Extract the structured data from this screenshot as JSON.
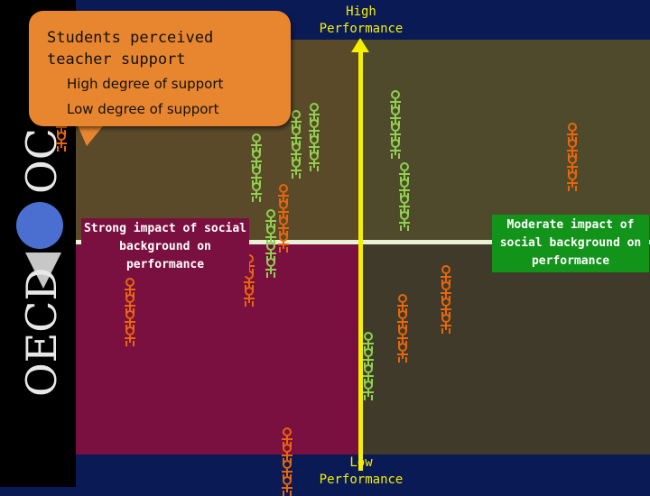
{
  "axis": {
    "top_label": "High\nPerformance",
    "bottom_label": "Low\nPerformance"
  },
  "legend": {
    "title": "Students perceived teacher support",
    "items": [
      {
        "label": "High degree of support",
        "color": "#8fd14f"
      },
      {
        "label": "Low degree of support",
        "color": "#e8660a"
      }
    ]
  },
  "boxes": {
    "strong": "Strong impact of social background on performance",
    "moderate": "Moderate impact of social background on performance"
  },
  "logo": "OECD",
  "colors": {
    "high_support": "#8fd14f",
    "low_support": "#e8660a",
    "axis": "#f4f000",
    "strong_box": "#7a1040",
    "moderate_box": "#12931a"
  }
}
